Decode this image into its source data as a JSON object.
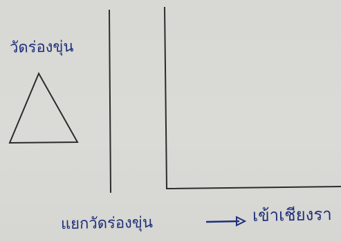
{
  "notes": {
    "left_heading": "วัดร่องขุ่น",
    "bottom_caption": "แยกวัดร่องขุ่น",
    "destination": "เข้าเชียงรา"
  },
  "colors": {
    "paper": "#d8d8d4",
    "pencil": "#2a2a2a",
    "ink": "#1e2f7a"
  },
  "icons": {
    "triangle": "triangle-icon",
    "arrow": "arrow-right-icon"
  }
}
